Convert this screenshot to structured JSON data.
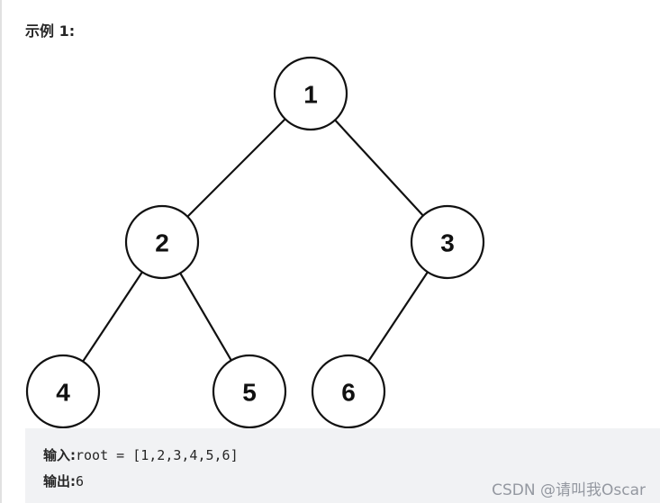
{
  "heading": "示例 1:",
  "tree": {
    "nodes": [
      {
        "id": "1",
        "label": "1"
      },
      {
        "id": "2",
        "label": "2"
      },
      {
        "id": "3",
        "label": "3"
      },
      {
        "id": "4",
        "label": "4"
      },
      {
        "id": "5",
        "label": "5"
      },
      {
        "id": "6",
        "label": "6"
      }
    ],
    "edges": [
      [
        "1",
        "2"
      ],
      [
        "1",
        "3"
      ],
      [
        "2",
        "4"
      ],
      [
        "2",
        "5"
      ],
      [
        "3",
        "6"
      ]
    ]
  },
  "example": {
    "input_label": "输入:",
    "input_value": "root = [1,2,3,4,5,6]",
    "output_label": "输出:",
    "output_value": "6"
  },
  "watermark": "CSDN @请叫我Oscar"
}
